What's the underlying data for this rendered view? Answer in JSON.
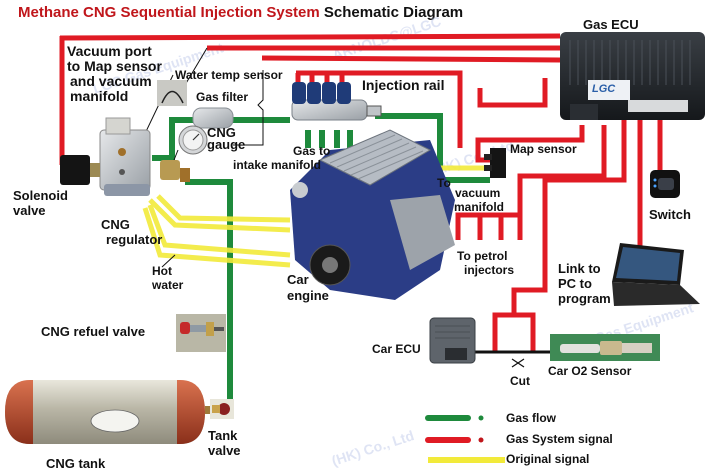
{
  "title": {
    "part1": "Methane CNG Sequential Injection System",
    "part2": "Schematic Diagram"
  },
  "colors": {
    "gas_flow": "#1e8a3c",
    "gas_system_signal": "#e01b24",
    "original_signal": "#f2ea3a",
    "title_red": "#c0161b"
  },
  "labels": {
    "vacuum_port": [
      "Vacuum port",
      "to Map sensor",
      "and vacuum",
      "manifold"
    ],
    "water_temp_sensor": "Water temp sensor",
    "injection_rail": "Injection rail",
    "gas_ecu": "Gas ECU",
    "gas_filter": "Gas filter",
    "cng_gauge": [
      "CNG",
      "gauge"
    ],
    "gas_to_intake": [
      "Gas to",
      "intake manifold"
    ],
    "map_sensor": "Map sensor",
    "to_vacuum_manifold": [
      "To",
      "vacuum",
      "manifold"
    ],
    "solenoid_valve": [
      "Solenoid",
      "valve"
    ],
    "cng_regulator": [
      "CNG",
      "regulator"
    ],
    "switch": "Switch",
    "to_petrol_injectors": [
      "To petrol",
      "injectors"
    ],
    "link_to_pc": [
      "Link to",
      "PC to",
      "program"
    ],
    "hot_water": [
      "Hot",
      "water"
    ],
    "car_engine": [
      "Car",
      "engine"
    ],
    "cng_refuel_valve": "CNG refuel valve",
    "car_ecu": "Car ECU",
    "cut": "Cut",
    "car_o2_sensor": "Car O2 Sensor",
    "tank_valve": [
      "Tank",
      "valve"
    ],
    "cng_tank": "CNG tank",
    "ecu_logo": "LGC"
  },
  "legend": [
    {
      "label": "Gas flow",
      "color_key": "gas_flow"
    },
    {
      "label": "Gas System signal",
      "color_key": "gas_system_signal"
    },
    {
      "label": "Original signal",
      "color_key": "original_signal"
    }
  ],
  "watermarks": [
    "LGC Gas Equipment",
    "ARNOLDC@LGC",
    "(HK) Co., Ltd"
  ]
}
